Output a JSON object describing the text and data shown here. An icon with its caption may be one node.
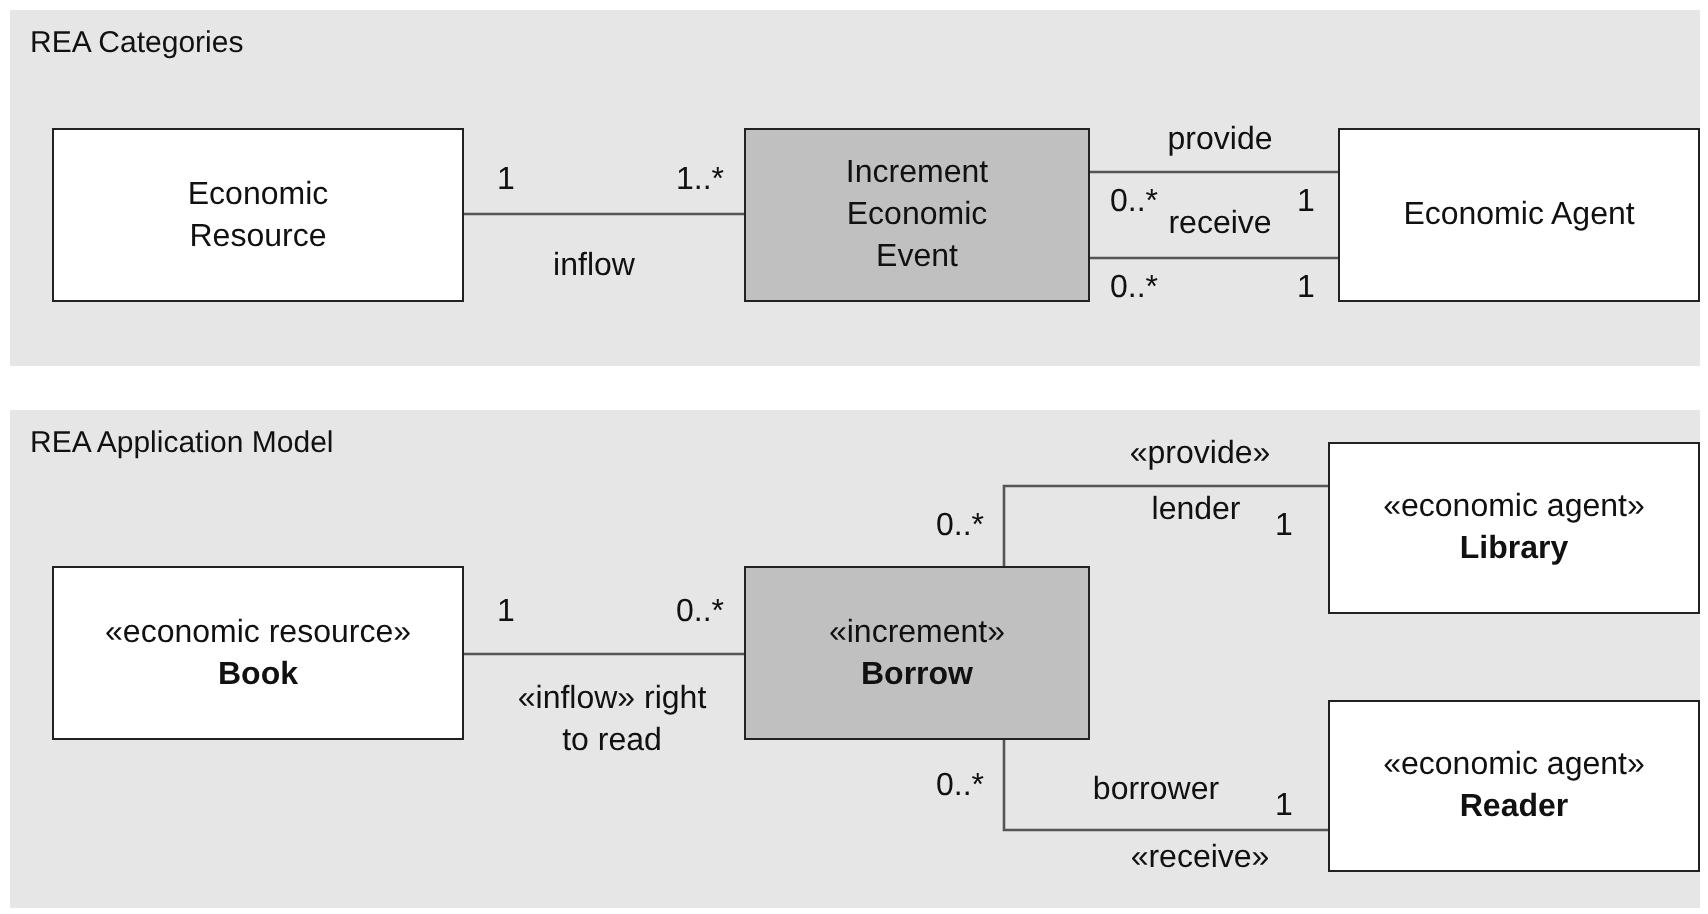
{
  "diagram": {
    "nodes": [
      {
        "text": [
          "REA Categories"
        ]
      },
      {
        "text": [
          "Economic Resource"
        ],
        "in": 0
      },
      {
        "text": [
          "Increment Economic Event"
        ],
        "in": 0
      },
      {
        "text": [
          "Economic Agent"
        ],
        "in": 0
      },
      {
        "text": [
          "REA Application Model"
        ]
      },
      {
        "text": [
          "«economic resource»",
          "Book"
        ],
        "in": 4
      },
      {
        "text": [
          "«increment»",
          "Borrow"
        ],
        "in": 4
      },
      {
        "text": [
          "«economic agent»",
          "Library"
        ],
        "in": 4
      },
      {
        "text": [
          "«economic agent»",
          "Reader"
        ],
        "in": 4
      }
    ],
    "edges": [
      {
        "from": 1,
        "to": 2,
        "arrow": "none",
        "label": "inflow"
      },
      {
        "from": 2,
        "to": 3,
        "arrow": "none",
        "label": "provide"
      },
      {
        "from": 2,
        "to": 3,
        "arrow": "none",
        "label": "receive"
      },
      {
        "from": 5,
        "to": 6,
        "arrow": "none",
        "label": "«inflow» right to read"
      },
      {
        "from": 6,
        "to": 7,
        "arrow": "none",
        "label": "«provide»"
      },
      {
        "from": 6,
        "to": 8,
        "arrow": "none",
        "label": "«receive»"
      }
    ],
    "labels": [
      "1",
      "1..*",
      "0..*",
      "1",
      "0..*",
      "1",
      "0..*",
      "lender",
      "1",
      "1",
      "0..*",
      "0..*",
      "borrower",
      "1"
    ]
  }
}
